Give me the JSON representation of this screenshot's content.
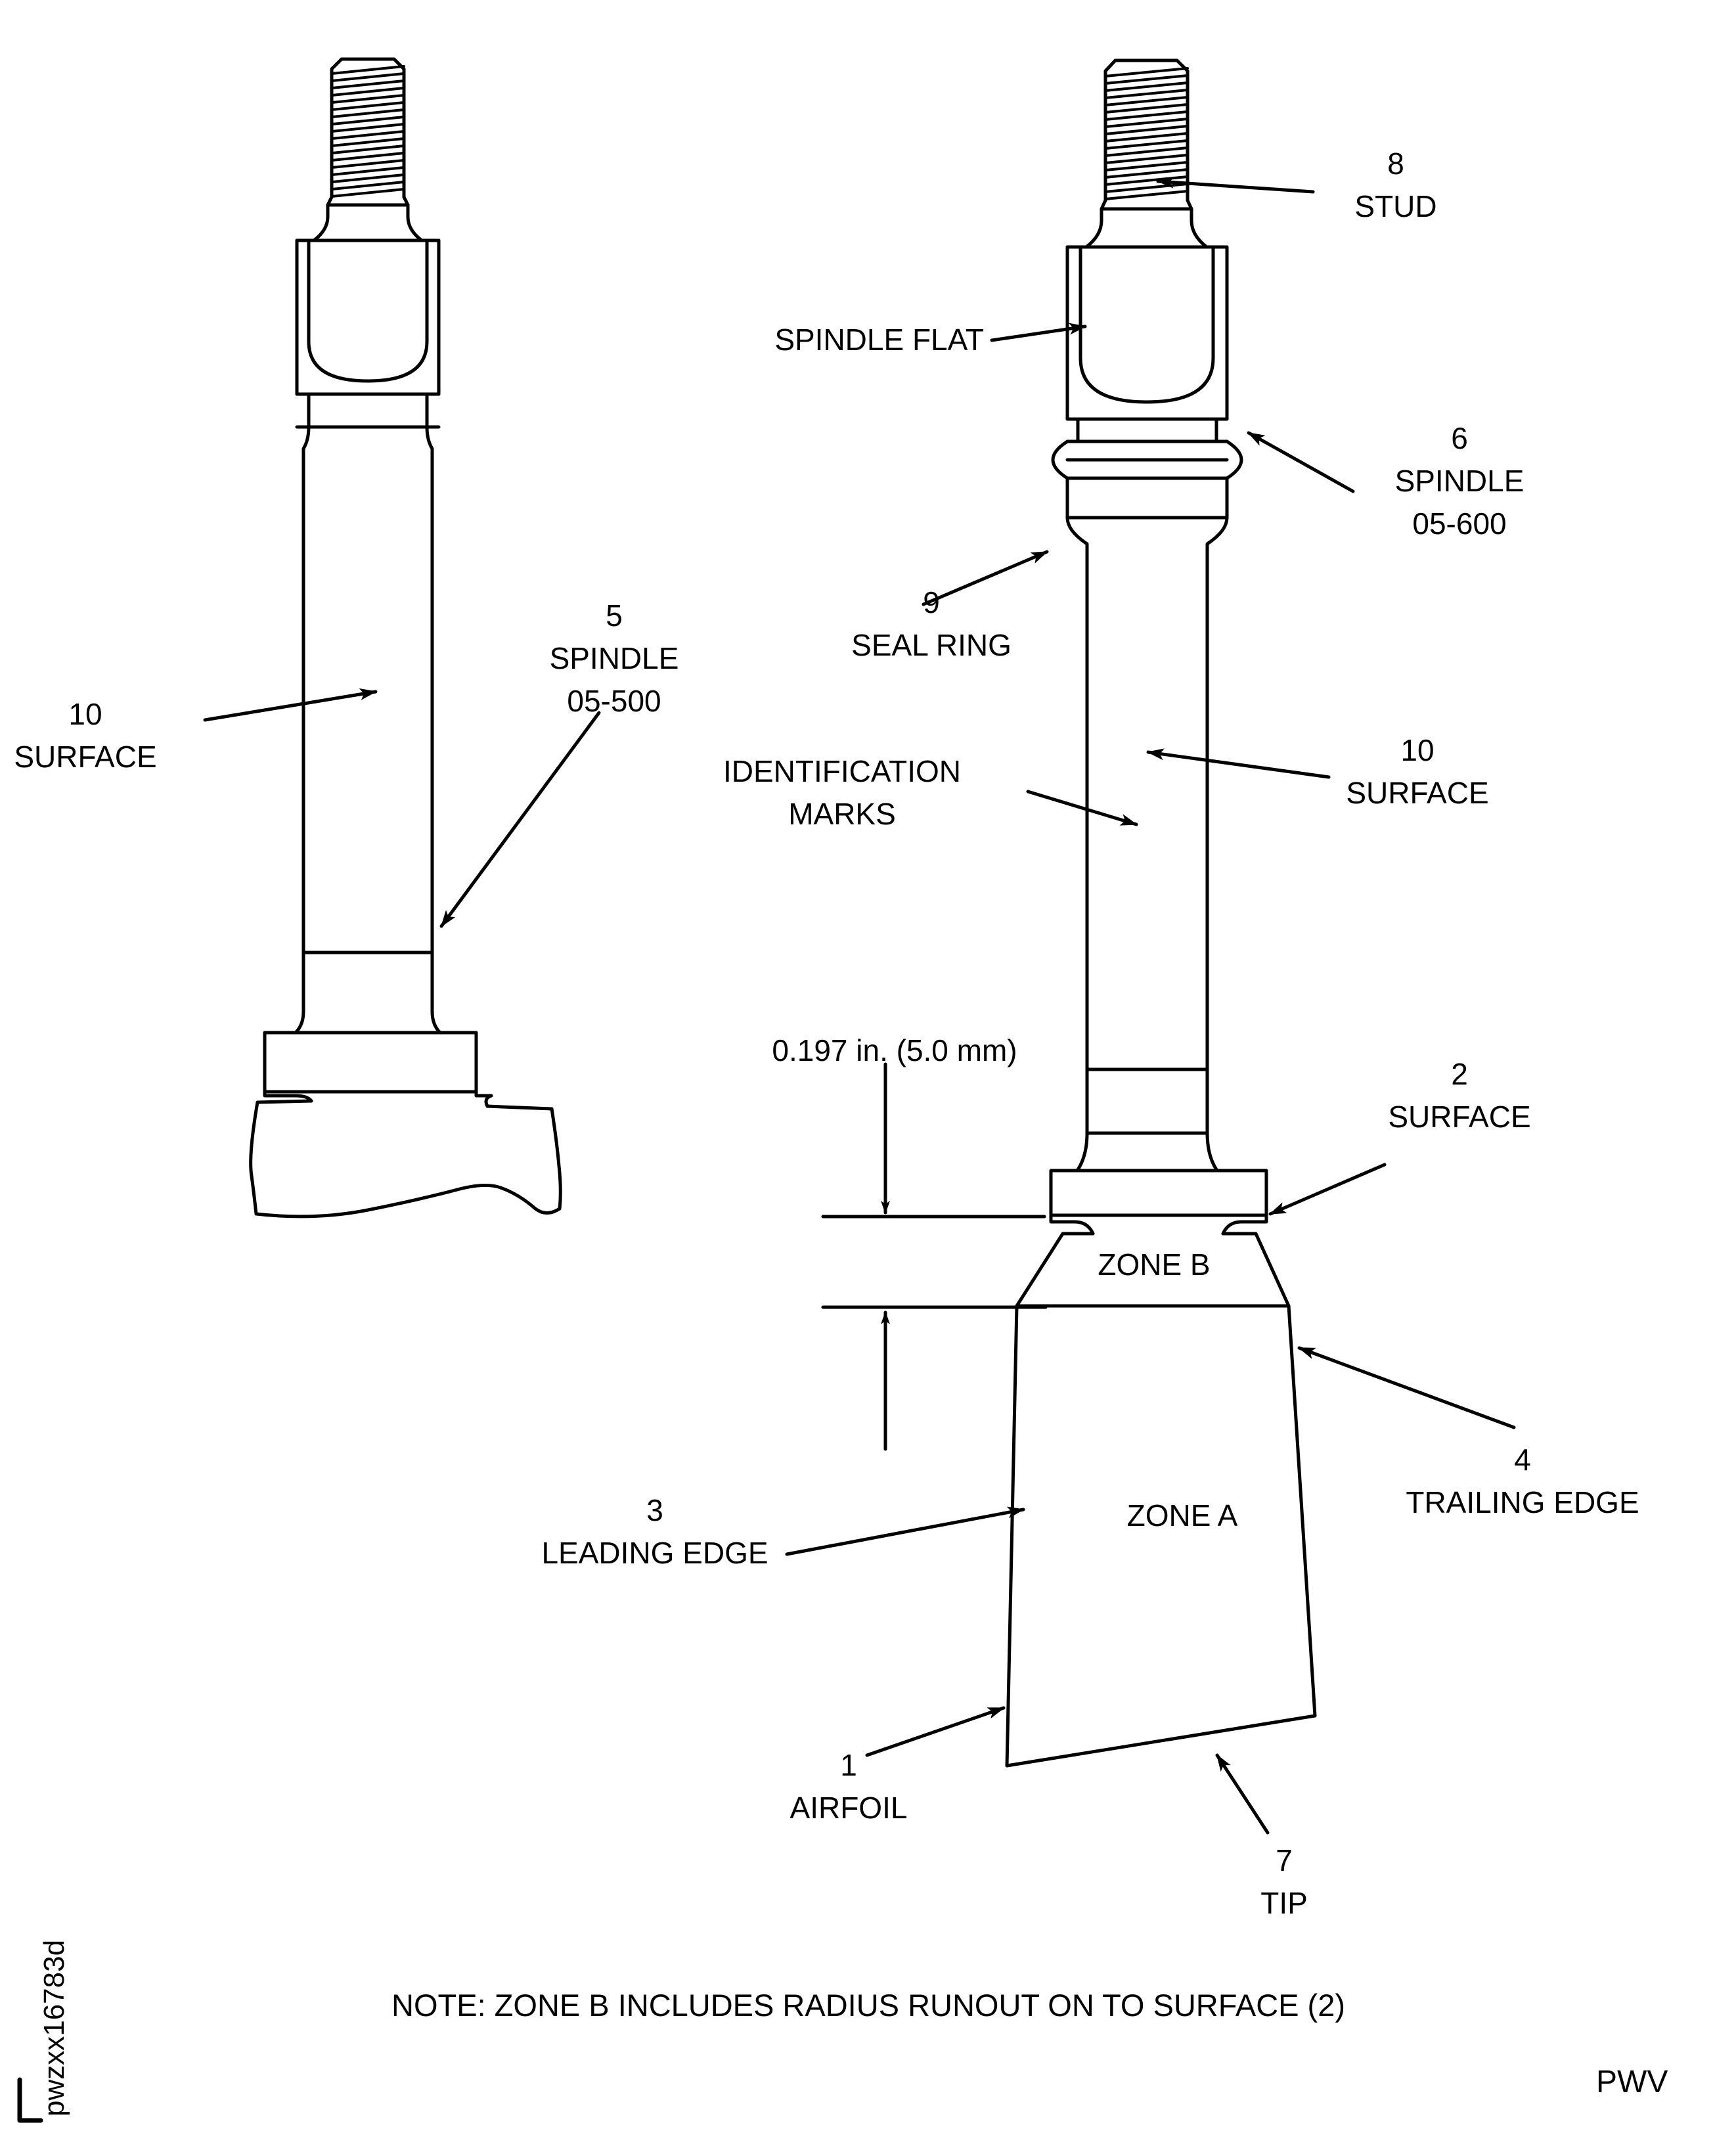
{
  "document": {
    "side_code": "pwzxx16783d",
    "corner_mark": "corner-bracket",
    "footer_right": "PWV",
    "note": "NOTE: ZONE B INCLUDES RADIUS RUNOUT ON TO SURFACE (2)"
  },
  "views": {
    "left": {
      "name": "spindle-05-500-view",
      "description": "Spindle 05-500 with broken-away base"
    },
    "right": {
      "name": "spindle-05-600-assembly-view",
      "description": "Spindle 05-600 with stud, seal ring and airfoil"
    }
  },
  "callouts": [
    {
      "id": "left-surface",
      "number": "10",
      "text": "SURFACE"
    },
    {
      "id": "left-spindle",
      "number": "5",
      "text": "SPINDLE",
      "text2": "05-500"
    },
    {
      "id": "stud",
      "number": "8",
      "text": "STUD"
    },
    {
      "id": "spindle-flat",
      "number": "",
      "text": "SPINDLE FLAT"
    },
    {
      "id": "right-spindle",
      "number": "6",
      "text": "SPINDLE",
      "text2": "05-600"
    },
    {
      "id": "seal-ring",
      "number": "9",
      "text": "SEAL RING"
    },
    {
      "id": "identification-marks",
      "number": "",
      "text": "IDENTIFICATION",
      "text2": "MARKS"
    },
    {
      "id": "right-surface",
      "number": "10",
      "text": "SURFACE"
    },
    {
      "id": "surface-2",
      "number": "2",
      "text": "SURFACE"
    },
    {
      "id": "trailing-edge",
      "number": "4",
      "text": "TRAILING EDGE"
    },
    {
      "id": "leading-edge",
      "number": "3",
      "text": "LEADING EDGE"
    },
    {
      "id": "airfoil",
      "number": "1",
      "text": "AIRFOIL"
    },
    {
      "id": "tip",
      "number": "7",
      "text": "TIP"
    }
  ],
  "dimension": {
    "value": "0.197 in. (5.0 mm)",
    "imperial": "0.197 in.",
    "metric": "5.0 mm"
  },
  "zones": {
    "zone_b": "ZONE B",
    "zone_a": "ZONE A"
  },
  "labels": {
    "left_surface_number": "10",
    "left_surface_text": "SURFACE",
    "left_spindle_number": "5",
    "left_spindle_text": "SPINDLE",
    "left_spindle_part": "05-500",
    "stud_number": "8",
    "stud_text": "STUD",
    "spindle_flat_text": "SPINDLE FLAT",
    "right_spindle_number": "6",
    "right_spindle_text": "SPINDLE",
    "right_spindle_part": "05-600",
    "seal_ring_number": "9",
    "seal_ring_text": "SEAL RING",
    "ident_line1": "IDENTIFICATION",
    "ident_line2": "MARKS",
    "right_surface_number": "10",
    "right_surface_text": "SURFACE",
    "surface2_number": "2",
    "surface2_text": "SURFACE",
    "trailing_number": "4",
    "trailing_text": "TRAILING EDGE",
    "leading_number": "3",
    "leading_text": "LEADING EDGE",
    "airfoil_number": "1",
    "airfoil_text": "AIRFOIL",
    "tip_number": "7",
    "tip_text": "TIP"
  },
  "colors": {
    "line": "#000000",
    "background": "#ffffff"
  }
}
